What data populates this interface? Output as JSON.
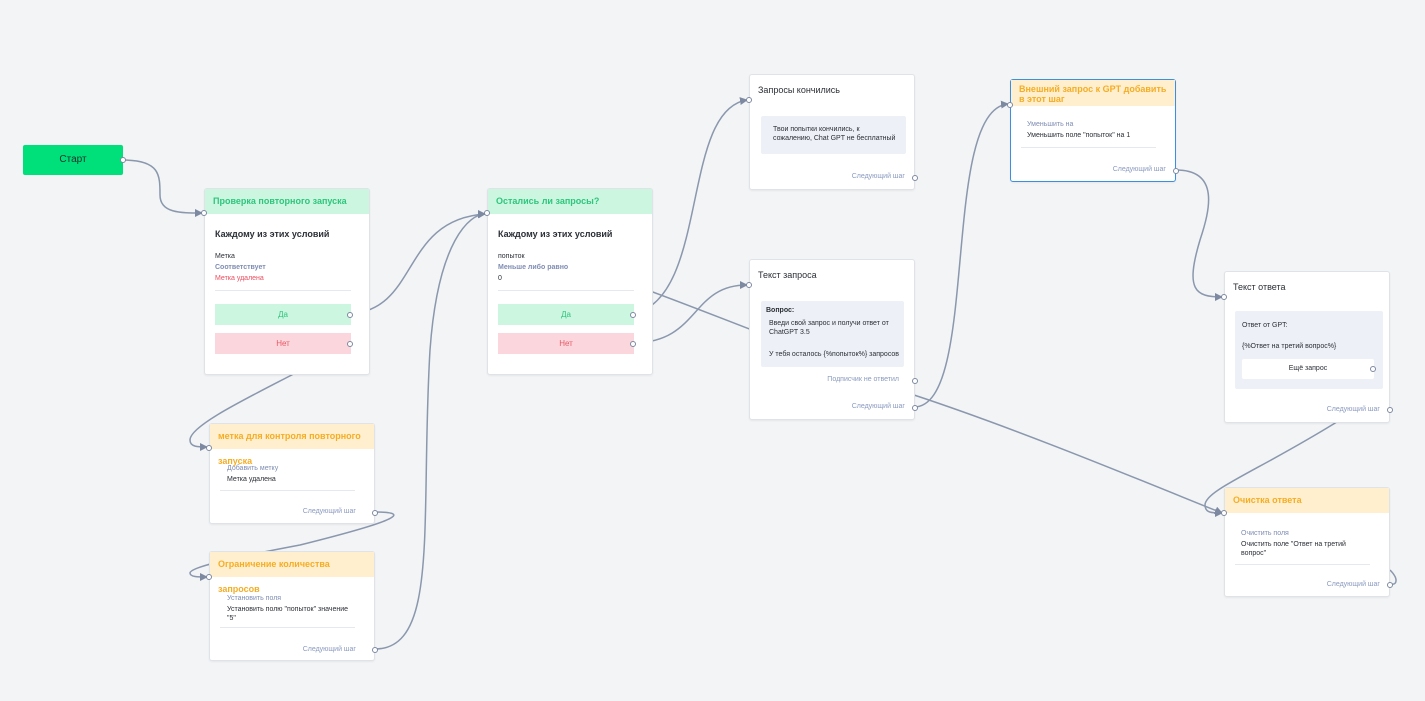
{
  "start": {
    "label": "Старт"
  },
  "nodes": {
    "check_restart": {
      "title": "Проверка повторного запуска",
      "condition_title": "Каждому из этих условий",
      "field": "Метка",
      "operator": "Соответствует",
      "value": "Метка удалена",
      "yes": "Да",
      "no": "Нет"
    },
    "requests_left": {
      "title": "Остались ли запросы?",
      "condition_title": "Каждому из этих условий",
      "field": "попыток",
      "operator": "Меньше либо равно",
      "value": "0",
      "yes": "Да",
      "no": "Нет"
    },
    "tag_control": {
      "title": "метка для контроля повторного запуска",
      "action": "Добавить метку",
      "value": "Метка удалена",
      "next": "Следующий шаг"
    },
    "limit_requests": {
      "title": "Ограничение количества запросов",
      "action": "Установить поля",
      "value": "Установить полю \"попыток\" значение \"5\"",
      "next": "Следующий шаг"
    },
    "requests_over": {
      "title": "Запросы кончились",
      "message": "Твои попытки кончились, к сожалению, Chat GPT не бесплатный",
      "next": "Следующий шаг"
    },
    "request_text": {
      "title": "Текст запроса",
      "question_label": "Вопрос:",
      "question_line1": "Введи свой запрос и получи ответ от ChatGPT 3.5",
      "question_line2": "У тебя осталось {%попыток%} запросов",
      "no_answer": "Подписчик не ответил",
      "next": "Следующий шаг"
    },
    "external_gpt": {
      "title": "Внешний запрос к GPT добавить в этот шаг",
      "action": "Уменьшить на",
      "value": "Уменьшить поле \"попыток\" на 1",
      "next": "Следующий шаг"
    },
    "answer_text": {
      "title": "Текст ответа",
      "line1": "Ответ от GPT:",
      "line2": "{%Ответ на третий вопрос%}",
      "button": "Ещё запрос",
      "next": "Следующий шаг"
    },
    "clear_answer": {
      "title": "Очистка ответа",
      "action": "Очистить поля",
      "value": "Очистить поле \"Ответ на третий вопрос\"",
      "next": "Следующий шаг"
    }
  },
  "colors": {
    "start": "#00e07a",
    "condition_header": "#cdf6e1",
    "action_header": "#ffefcf",
    "connector": "#8a97ad",
    "selected_border": "#3a8fe0"
  }
}
